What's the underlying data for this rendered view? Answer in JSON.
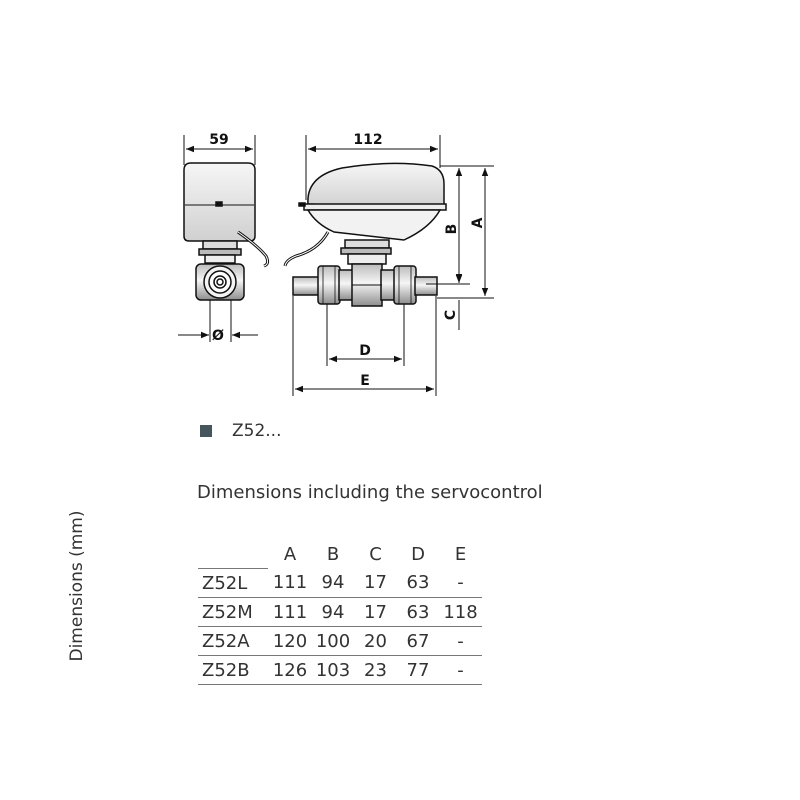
{
  "diagram": {
    "dimension_labels": {
      "width_side": "59",
      "width_front": "112",
      "A": "A",
      "B": "B",
      "C": "C",
      "D": "D",
      "E": "E",
      "diameter": "Ø"
    }
  },
  "legend": {
    "label": "Z52..."
  },
  "heading": "Dimensions including the servocontrol",
  "side_label": "Dimensions (mm)",
  "table": {
    "columns": [
      "",
      "A",
      "B",
      "C",
      "D",
      "E"
    ],
    "rows": [
      [
        "Z52L",
        "111",
        "94",
        "17",
        "63",
        "-"
      ],
      [
        "Z52M",
        "111",
        "94",
        "17",
        "63",
        "118"
      ],
      [
        "Z52A",
        "120",
        "100",
        "20",
        "67",
        "-"
      ],
      [
        "Z52B",
        "126",
        "103",
        "23",
        "77",
        "-"
      ]
    ]
  }
}
